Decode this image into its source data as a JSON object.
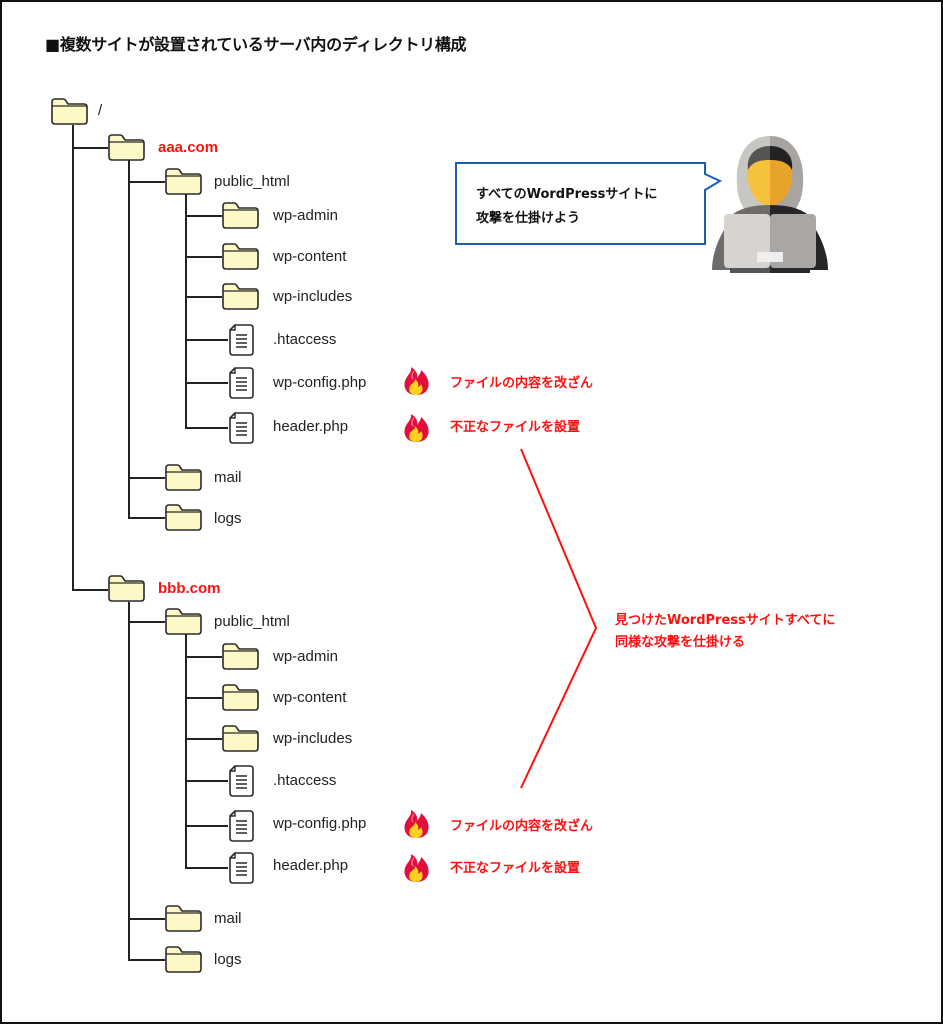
{
  "title": "■複数サイトが設置されているサーバ内のディレクトリ構成",
  "root": {
    "name": "/"
  },
  "sites": [
    {
      "domain": "aaa.com",
      "public_html": "public_html",
      "folders": [
        "wp-admin",
        "wp-content",
        "wp-includes"
      ],
      "files": [
        {
          "name": ".htaccess",
          "attacked": false,
          "note": ""
        },
        {
          "name": "wp-config.php",
          "attacked": true,
          "note": "ファイルの内容を改ざん"
        },
        {
          "name": "header.php",
          "attacked": true,
          "note": "不正なファイルを設置"
        }
      ],
      "extra_folders": [
        "mail",
        "logs"
      ]
    },
    {
      "domain": "bbb.com",
      "public_html": "public_html",
      "folders": [
        "wp-admin",
        "wp-content",
        "wp-includes"
      ],
      "files": [
        {
          "name": ".htaccess",
          "attacked": false,
          "note": ""
        },
        {
          "name": "wp-config.php",
          "attacked": true,
          "note": "ファイルの内容を改ざん"
        },
        {
          "name": "header.php",
          "attacked": true,
          "note": "不正なファイルを設置"
        }
      ],
      "extra_folders": [
        "mail",
        "logs"
      ]
    }
  ],
  "attacker": {
    "speech_line1": "すべてのWordPressサイトに",
    "speech_line2": "攻撃を仕掛けよう",
    "icon": "hacker-icon"
  },
  "summary": {
    "line1": "見つけたWordPressサイトすべてに",
    "line2": "同様な攻撃を仕掛ける"
  },
  "colors": {
    "accent_red": "#ff1010",
    "folder_fill": "#fdf8c6",
    "bubble_border": "#1a5fb4",
    "line": "#222222"
  }
}
